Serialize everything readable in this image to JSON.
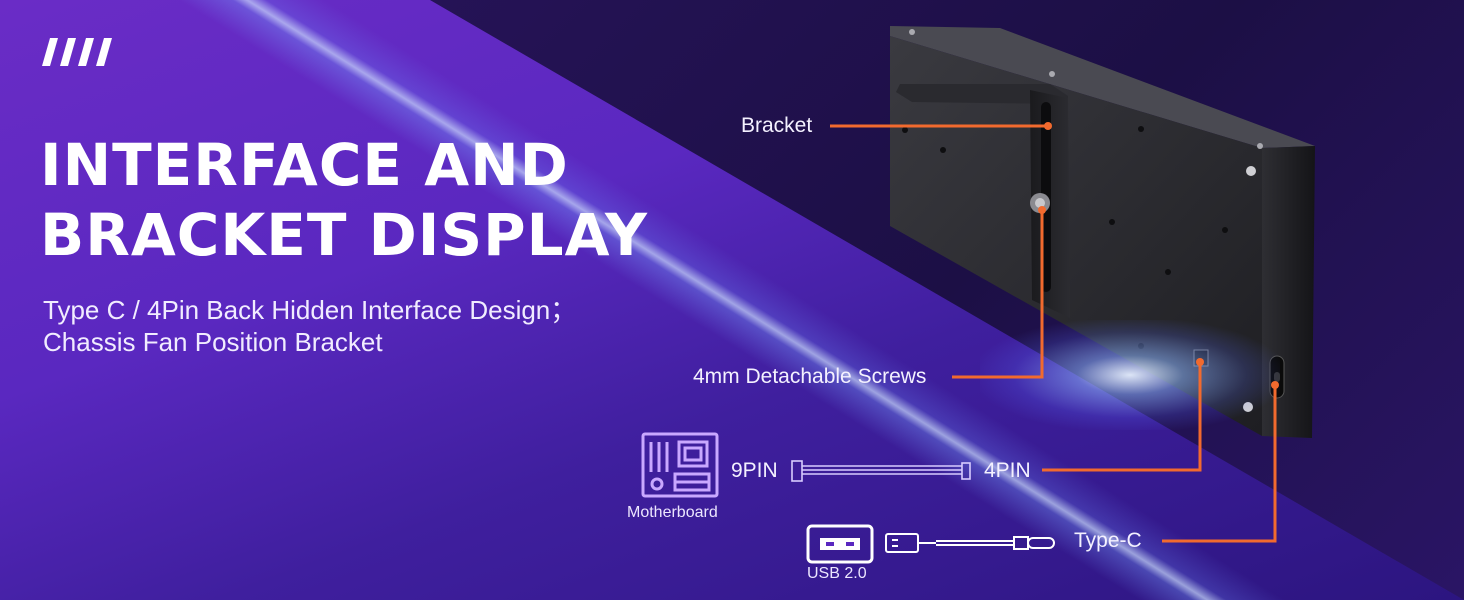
{
  "headline": {
    "line1": "INTERFACE AND",
    "line2": "BRACKET DISPLAY"
  },
  "subtitle": {
    "line1": "Type C / 4Pin Back Hidden Interface Design；",
    "line2": "Chassis Fan Position Bracket"
  },
  "callouts": {
    "bracket": "Bracket",
    "screws": "4mm Detachable Screws",
    "pin9": "9PIN",
    "pin4": "4PIN",
    "typec": "Type-C"
  },
  "icons": {
    "motherboard_label": "Motherboard",
    "usb_label": "USB 2.0"
  },
  "colors": {
    "accent_line": "#f26a2e",
    "background_purple": "#6a2cc6",
    "icon_lavender": "#c9a8ff"
  }
}
